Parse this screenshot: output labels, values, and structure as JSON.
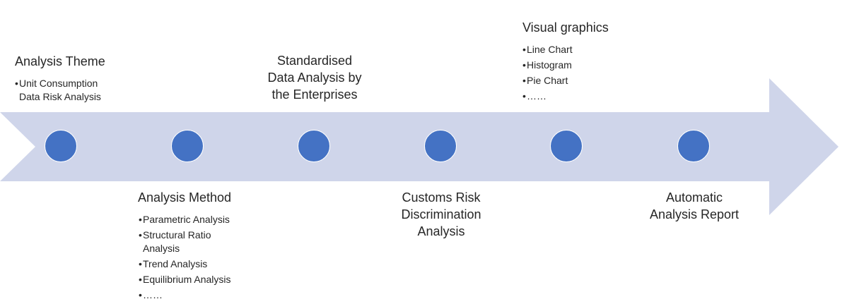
{
  "diagram": {
    "colors": {
      "arrow_band": "#cfd5ea",
      "node_fill": "#4472c4",
      "node_stroke": "#ffffff",
      "text": "#262626"
    },
    "stages": [
      {
        "title": "Analysis Theme",
        "items": [
          "Unit Consumption",
          "Data Risk Analysis"
        ]
      },
      {
        "title": "Analysis Method",
        "items": [
          "Parametric Analysis",
          "Structural Ratio",
          "Analysis",
          "Trend Analysis",
          "Equilibrium Analysis",
          "……"
        ]
      },
      {
        "title_lines": [
          "Standardised",
          "Data Analysis by",
          "the Enterprises"
        ]
      },
      {
        "title_lines": [
          "Customs Risk",
          "Discrimination",
          "Analysis"
        ]
      },
      {
        "title": "Visual graphics",
        "items": [
          "Line Chart",
          "Histogram",
          "Pie Chart",
          "……"
        ]
      },
      {
        "title_lines": [
          "Automatic",
          "Analysis Report"
        ]
      }
    ]
  }
}
